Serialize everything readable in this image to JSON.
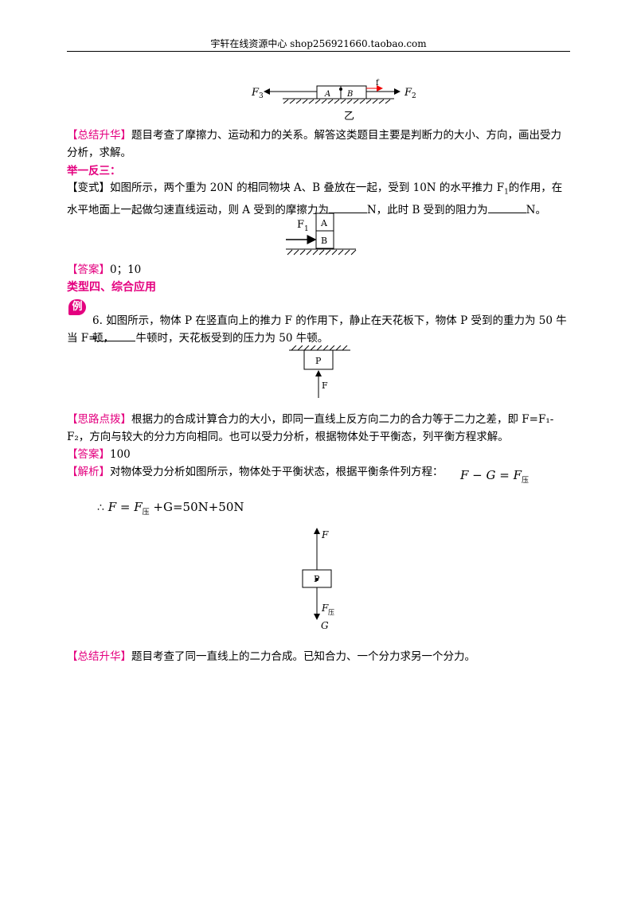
{
  "header": {
    "text": "宇轩在线资源中心   shop256921660.taobao.com"
  },
  "figure_yi": {
    "f3": "F",
    "f3_sub": "3",
    "f2": "F",
    "f2_sub": "2",
    "a": "A",
    "b": "B",
    "f_small": "f",
    "caption": "乙"
  },
  "summary1": {
    "tag": "【总结升华】",
    "text": "题目考查了摩擦力、运动和力的关系。解答这类题目主要是判断力的大小、方向，画出受力分析，求解。"
  },
  "jyfs": {
    "label": "举一反三："
  },
  "variant": {
    "tag": "【变式】",
    "text1": "如图所示，两个重为 20N 的相同物块 A、B 叠放在一起，受到 10N 的水平推力 F",
    "text1_sub": "1",
    "text2": "的作用，在水平地面上一起做匀速直线运动，则 A 受到的摩擦力为",
    "text3": "N，此时 B 受到的阻力为",
    "text4": "N。"
  },
  "figure_ab": {
    "f1": "F",
    "f1_sub": "1",
    "a": "A",
    "b": "B"
  },
  "answer1": {
    "tag": "【答案】",
    "text": "0；10"
  },
  "section4": {
    "title": "类型四、综合应用"
  },
  "example": {
    "badge": "例",
    "text1": "6. 如图所示，物体 P 在竖直向上的推力 F 的作用下，静止在天花板下，物体 P 受到的重力为 50 牛顿，",
    "text2a": "当 F=",
    "text2b": "牛顿时，天花板受到的压力为 50 牛顿。"
  },
  "figure_p": {
    "p": "P",
    "f": "F"
  },
  "hint": {
    "tag": "【思路点拨】",
    "text": "根据力的合成计算合力的大小，即同一直线上反方向二力的合力等于二力之差，即 F=F₁-F₂，方向与较大的分力方向相同。也可以受力分析，根据物体处于平衡态，列平衡方程求解。"
  },
  "answer2": {
    "tag": "【答案】",
    "text": "100"
  },
  "analysis": {
    "tag": "【解析】",
    "text": "对物体受力分析如图所示，物体处于平衡状态，根据平衡条件列方程：",
    "eq": "F − G = F",
    "eq_sub": "压",
    "therefore": "∴",
    "eq2a": "F = F",
    "eq2_sub": "压",
    "eq2b": " +G=50N+50N"
  },
  "figure_fbd": {
    "f": "F",
    "p": "P",
    "fpress": "F",
    "fpress_sub": "压",
    "g": "G"
  },
  "summary2": {
    "tag": "【总结升华】",
    "text": "题目考查了同一直线上的二力合成。已知合力、一个分力求另一个分力。"
  }
}
